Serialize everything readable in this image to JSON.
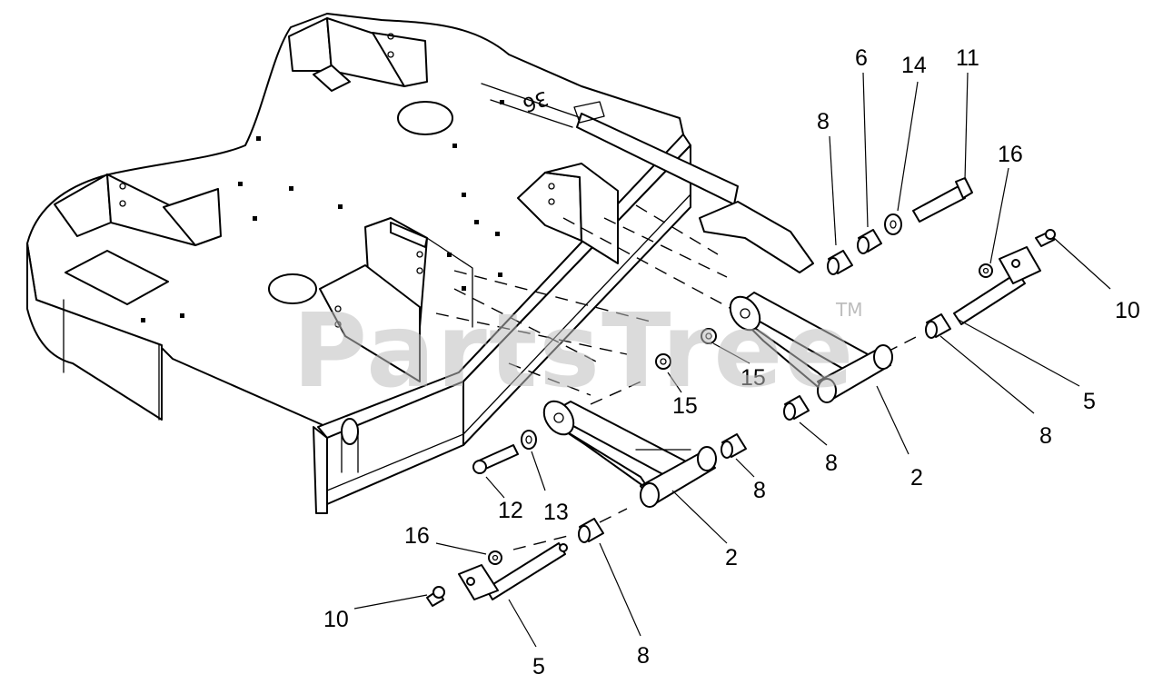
{
  "watermark": {
    "text": "PartsTree",
    "trademark": "TM"
  },
  "deck_marking": "36",
  "callouts": {
    "c2a": "2",
    "c2b": "2",
    "c5a": "5",
    "c5b": "5",
    "c6": "6",
    "c8a": "8",
    "c8b": "8",
    "c8c": "8",
    "c8d": "8",
    "c8e": "8",
    "c10a": "10",
    "c10b": "10",
    "c11": "11",
    "c12": "12",
    "c13": "13",
    "c14": "14",
    "c15a": "15",
    "c15b": "15",
    "c16a": "16",
    "c16b": "16"
  }
}
